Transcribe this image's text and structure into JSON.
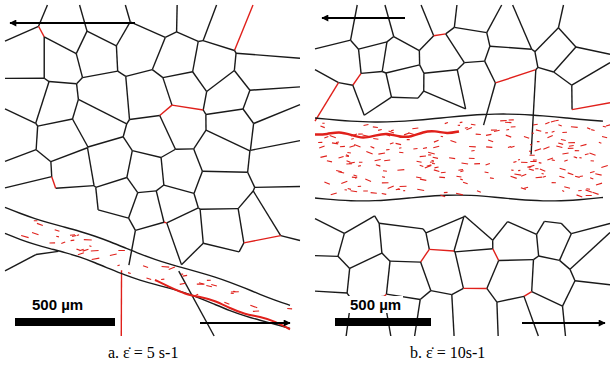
{
  "diagram": {
    "labels": [
      "500 µm",
      "500 µm",
      "a. ε̇ = 5 s-1",
      "b. ε̇ = 10s-1"
    ]
  }
}
